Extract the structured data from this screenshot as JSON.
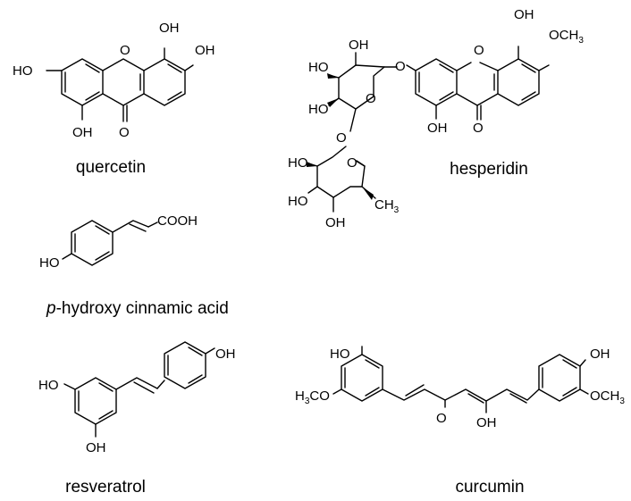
{
  "labels": {
    "OH": "OH",
    "HO": "HO",
    "O": "O",
    "OCH": "OCH",
    "CH": "CH",
    "H": "H",
    "COOH": "COOH",
    "three": "3"
  },
  "captions": {
    "quercetin": "quercetin",
    "hesperidin": "hesperidin",
    "p": "p",
    "hydroxy_cinnamic_acid": "-hydroxy cinnamic acid",
    "resveratrol": "resveratrol",
    "curcumin": "curcumin"
  }
}
